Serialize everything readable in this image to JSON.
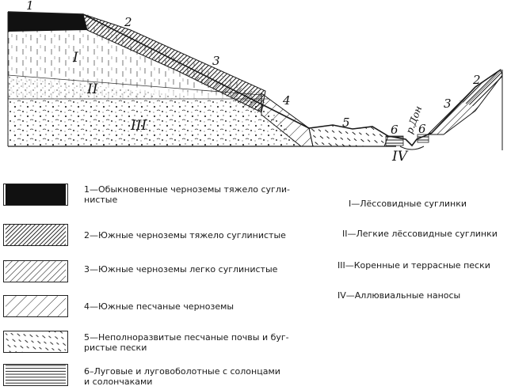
{
  "diagram": {
    "layer_labels": [
      "I",
      "II",
      "III",
      "IV"
    ],
    "soil_numbers": [
      "1",
      "2",
      "3",
      "4",
      "5",
      "6",
      "6",
      "3",
      "2"
    ],
    "river_label": "р.Дон"
  },
  "legend": {
    "soils": [
      {
        "line1": "1—Обыкновенные черноземы тяжело сугли-",
        "line2": "нистые",
        "pattern": "black"
      },
      {
        "line1": "2—Южные черноземы тяжело суглинистые",
        "line2": "",
        "pattern": "dense-hatch"
      },
      {
        "line1": "3—Южные черноземы легко суглинистые",
        "line2": "",
        "pattern": "light-hatch"
      },
      {
        "line1": "4—Южные песчаные черноземы",
        "line2": "",
        "pattern": "sparse-hatch"
      },
      {
        "line1": "5—Неполноразвитые песчаные почвы и буг-",
        "line2": "ристые пески",
        "pattern": "dashes"
      },
      {
        "line1": "6–Луговые и луговоболотные с солонцами",
        "line2": "и солончаками",
        "pattern": "horizontal-lines"
      }
    ],
    "layers": [
      {
        "text": "I—Лёссовидные суглинки"
      },
      {
        "text": "II—Легкие лёссовидные  суглинки"
      },
      {
        "text": "III—Коренные и террасные пески"
      },
      {
        "text": "IV—Аллювиальные наносы"
      }
    ]
  },
  "colors": {
    "ink": "#1a1a1a",
    "paper": "#ffffff"
  }
}
